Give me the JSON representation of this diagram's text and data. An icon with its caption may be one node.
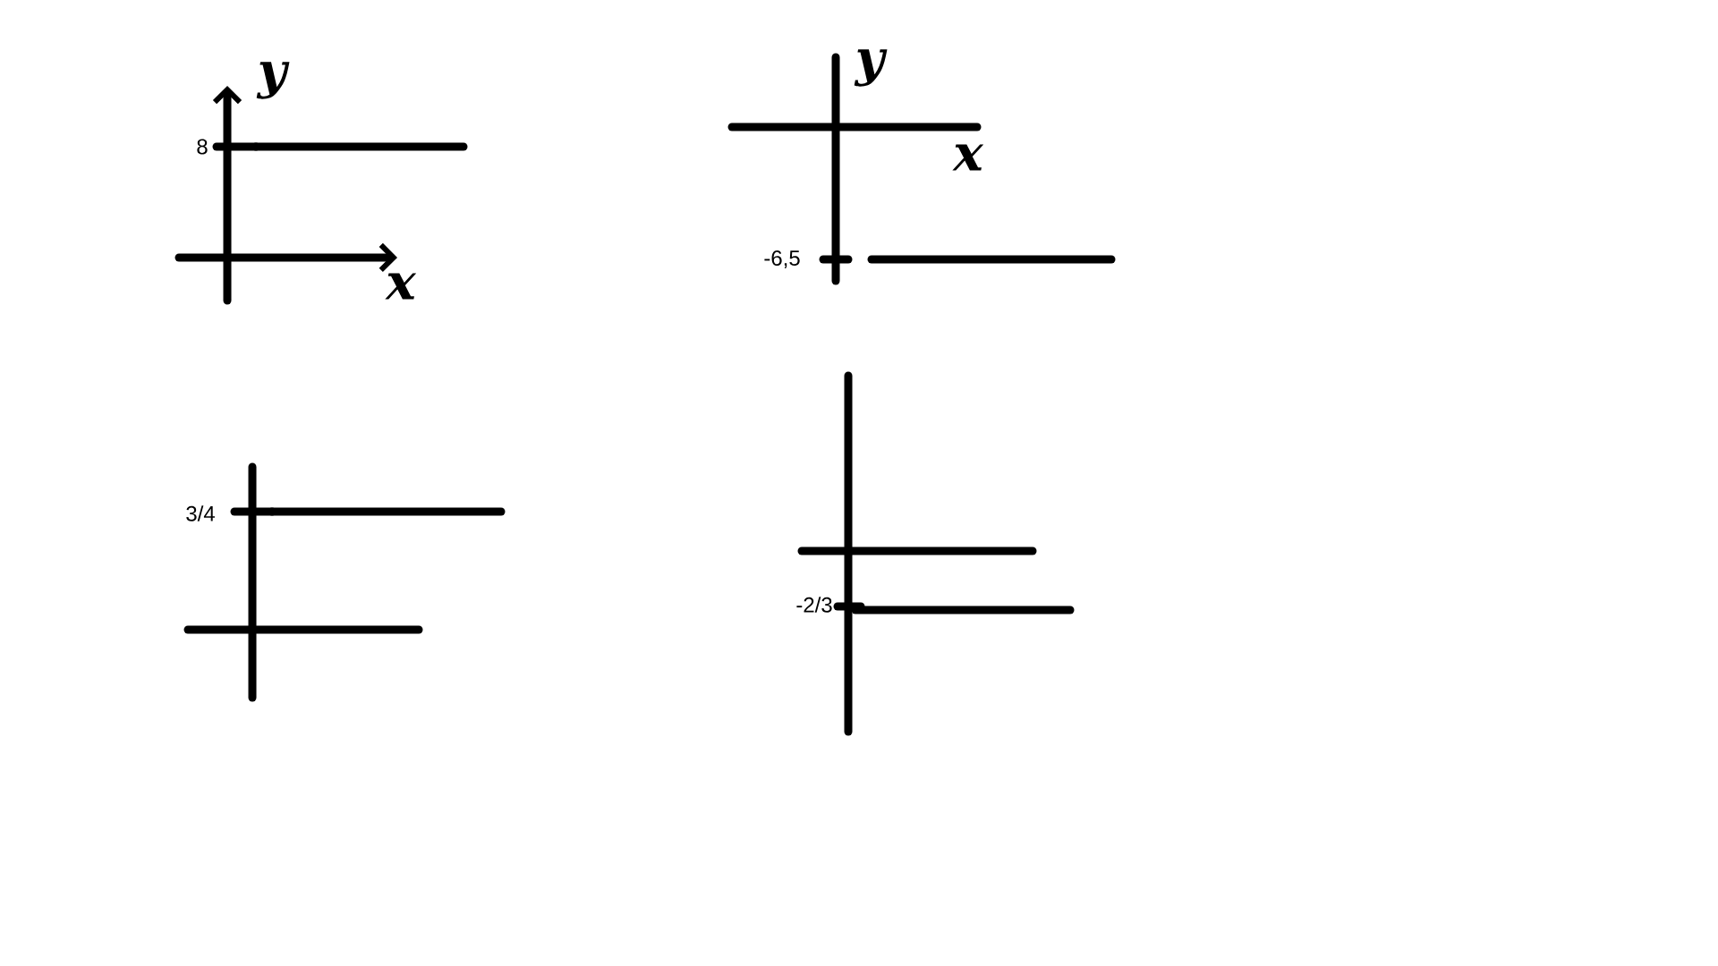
{
  "diagram": {
    "labels": [
      "y",
      "8",
      "x",
      "y",
      "x",
      "-6,5",
      "3/4",
      "-2/3"
    ]
  }
}
